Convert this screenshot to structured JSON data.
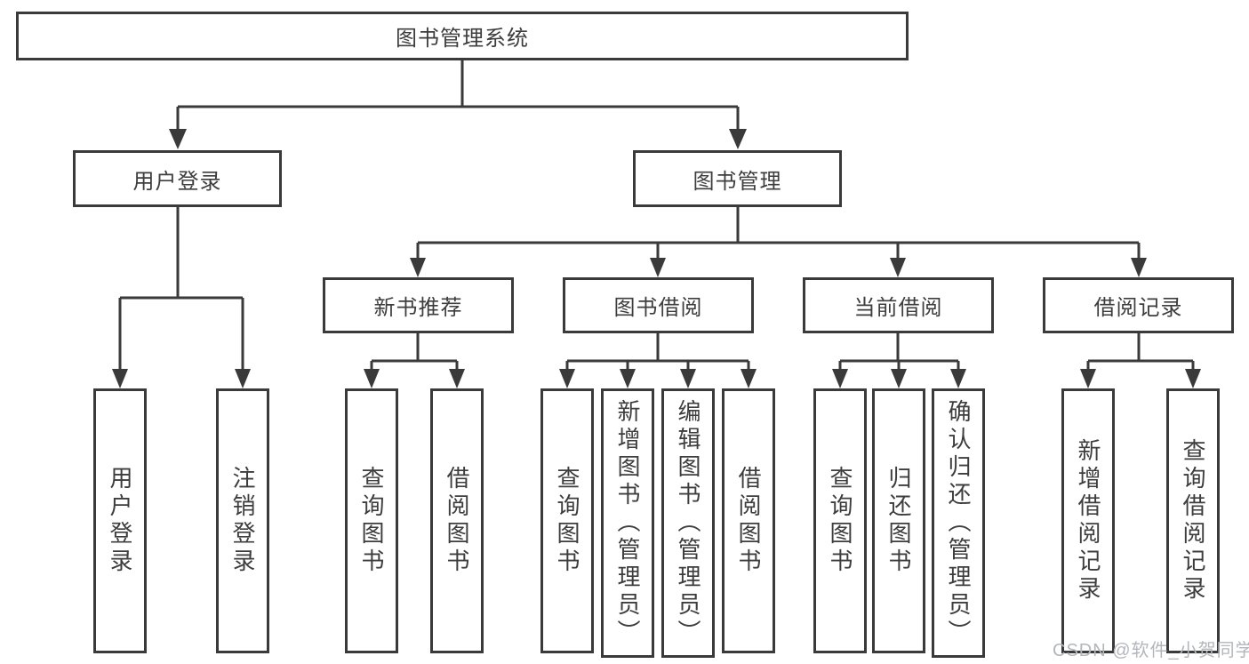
{
  "diagram": {
    "root": "图书管理系统",
    "level2": {
      "user_login": "用户登录",
      "book_management": "图书管理"
    },
    "level3": {
      "new_book_recommendation": "新书推荐",
      "book_borrowing": "图书借阅",
      "current_borrowing": "当前借阅",
      "borrowing_records": "借阅记录"
    },
    "leaves": {
      "user_login_children": [
        "用户登录",
        "注销登录"
      ],
      "new_book_children": [
        "查询图书",
        "借阅图书"
      ],
      "book_borrowing_children": [
        "查询图书",
        "新增图书（管理员）",
        "编辑图书（管理员）",
        "借阅图书"
      ],
      "current_borrowing_children": [
        "查询图书",
        "归还图书",
        "确认归还（管理员）"
      ],
      "borrowing_records_children": [
        "新增借阅记录",
        "查询借阅记录"
      ]
    }
  },
  "watermark": "CSDN @软件_小贺同学",
  "colors": {
    "line": "#3a3a3a",
    "text": "#3d3d3d",
    "watermark": "#b3b6bb",
    "background": "#ffffff"
  }
}
